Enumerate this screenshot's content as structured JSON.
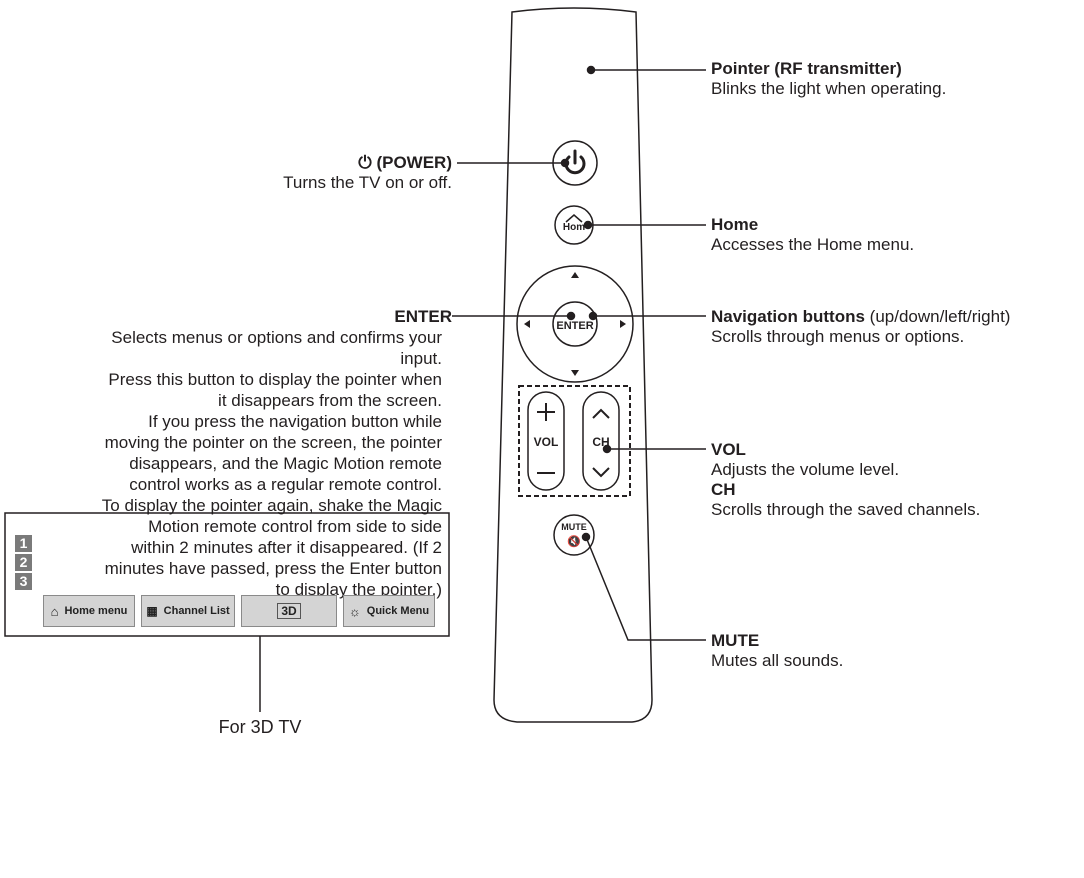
{
  "remote": {
    "power_label": "⏻",
    "home_label": "Home",
    "enter_label": "ENTER",
    "vol_label": "VOL",
    "ch_label": "CH",
    "mute_label": "MUTE",
    "plus_symbol": "+",
    "minus_symbol": "—"
  },
  "callouts": {
    "pointer": {
      "title": "Pointer (RF transmitter)",
      "desc": "Blinks the light when operating."
    },
    "power": {
      "title": "⏻ (POWER)",
      "desc": "Turns the TV on or off."
    },
    "home": {
      "title": "Home",
      "desc": "Accesses the Home menu."
    },
    "enter": {
      "title": "ENTER",
      "desc_lines": [
        "Selects menus or options and confirms your",
        "input.",
        "Press this button to display the pointer when",
        "it disappears from the screen.",
        "If you press the navigation button while",
        "moving the pointer on the screen, the pointer",
        "disappears, and the Magic Motion remote",
        "control works as a regular remote control.",
        "To display the pointer again, shake the Magic",
        "Motion remote control from side to side",
        "within 2 minutes after it disappeared. (If 2",
        "minutes have passed, press the Enter button",
        "to display the pointer.)"
      ]
    },
    "navigation": {
      "title": "Navigation buttons",
      "title_suffix": " (up/down/left/right)",
      "desc": "Scrolls through menus or options."
    },
    "vol": {
      "title": "VOL",
      "desc": "Adjusts the volume level."
    },
    "ch": {
      "title": "CH",
      "desc": "Scrolls through the saved channels."
    },
    "mute": {
      "title": "MUTE",
      "desc": "Mutes all sounds."
    }
  },
  "screen_panel": {
    "numbers": [
      "1",
      "2",
      "3"
    ],
    "buttons": [
      {
        "label": "Home menu",
        "icon": "home-icon"
      },
      {
        "label": "Channel List",
        "icon": "grid-icon"
      },
      {
        "label": "3D",
        "icon": "3d-icon"
      },
      {
        "label": "Quick Menu",
        "icon": "gear-icon"
      }
    ],
    "footer_label": "For 3D TV"
  }
}
